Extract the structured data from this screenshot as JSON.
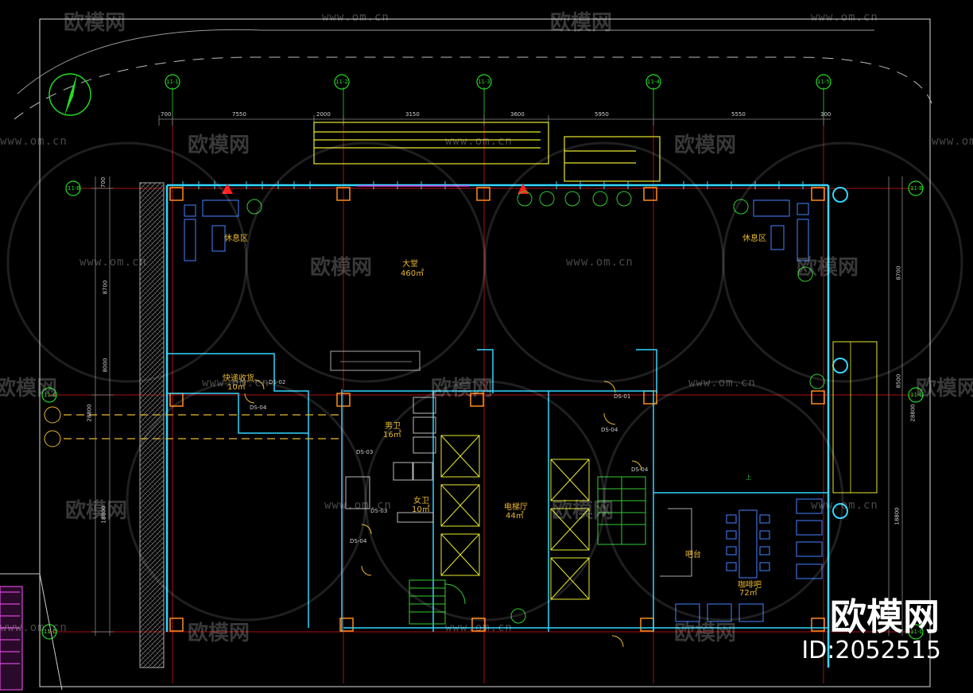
{
  "grid_x": [
    "11-1",
    "11-2",
    "11-3",
    "11-4",
    "11-5"
  ],
  "grid_y": [
    "11-B",
    "11-C",
    "11-D"
  ],
  "dims_top": [
    "700",
    "7550",
    "2000",
    "3150",
    "3600",
    "5950",
    "5550",
    "300"
  ],
  "dims_left": [
    "700",
    "8700",
    "8000",
    "18800",
    "28800"
  ],
  "dims_right": [
    "8700",
    "8500",
    "18800",
    "28800"
  ],
  "rooms": {
    "lounge_left": "休息区",
    "lounge_right": "休息区",
    "lobby_name": "大堂",
    "lobby_area": "460㎡",
    "ops_name": "快递收货",
    "ops_area": "10㎡",
    "male_wc_name": "男卫",
    "male_wc_area": "16㎡",
    "female_wc_name": "女卫",
    "female_wc_area": "10㎡",
    "elevator_hall_name": "电梯厅",
    "elevator_hall_area": "44㎡",
    "bar": "吧台",
    "coffee_name": "咖啡吧",
    "coffee_area": "72㎡",
    "up": "上"
  },
  "door_tags": [
    "DS-02",
    "DS-04",
    "DS-03",
    "DS-03",
    "DS-04",
    "DS-01",
    "DS-04",
    "DS-04"
  ],
  "watermark": {
    "brand": "欧模网",
    "url": "www.om.cn",
    "id": "ID:2052515"
  },
  "colors": {
    "background": "#000000",
    "wall_cyan": "#33d6ff",
    "axis_green": "#22dd22",
    "axis_red": "#aa1111",
    "column_orange": "#ff8c1a",
    "furniture_blue": "#3b6fd8",
    "text_yellow": "#e8b830",
    "stair_green": "#33cc33"
  }
}
